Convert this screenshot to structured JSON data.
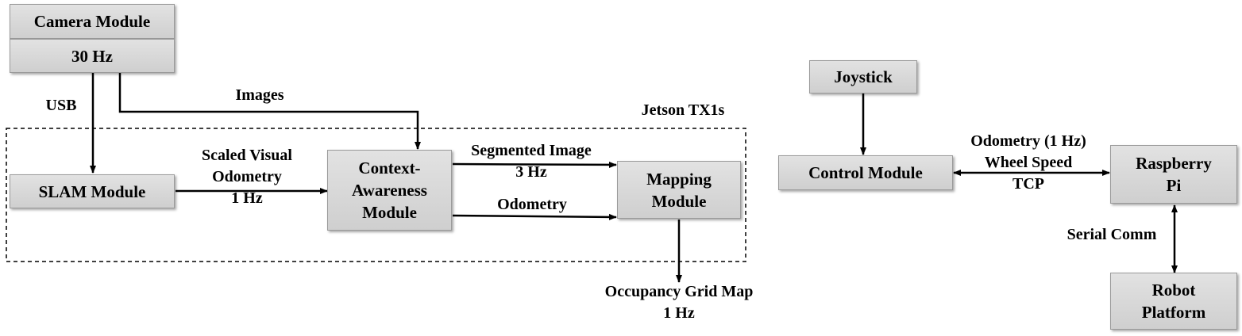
{
  "nodes": {
    "camera_title": "Camera Module",
    "camera_rate": "30 Hz",
    "slam": "SLAM Module",
    "context": "Context-\nAwareness\nModule",
    "mapping": "Mapping\nModule",
    "joystick": "Joystick",
    "control": "Control Module",
    "raspberry": "Raspberry\nPi",
    "robot": "Robot\nPlatform"
  },
  "group": {
    "label": "Jetson TX1s"
  },
  "edges": {
    "usb": "USB",
    "images": "Images",
    "scaled_odometry": "Scaled Visual\nOdometry\n1 Hz",
    "segmented_image": "Segmented Image\n3 Hz",
    "odometry": "Odometry",
    "occupancy": "Occupancy Grid Map\n1 Hz",
    "control_link": "Odometry (1 Hz)\nWheel Speed\nTCP",
    "serial": "Serial Comm"
  }
}
